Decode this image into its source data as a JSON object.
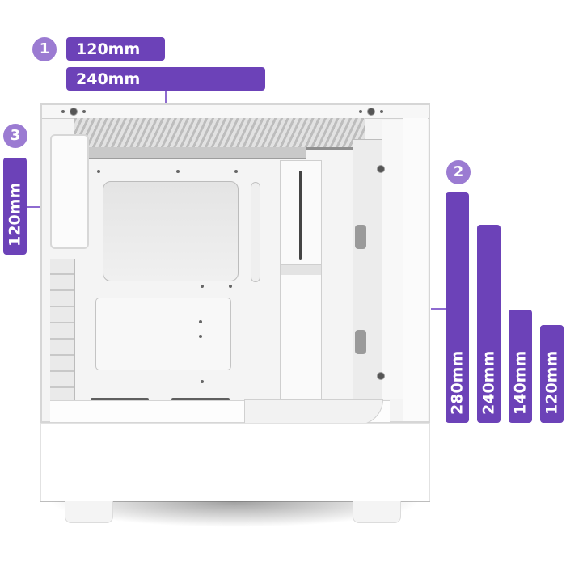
{
  "colors": {
    "bar_purple": "#6c42b8",
    "badge_purple": "#9b7bd2",
    "connector_purple": "#8e6bd0",
    "case_white": "#f4f4f4",
    "background": "#ffffff"
  },
  "top_section": {
    "badge": "1",
    "bars": [
      {
        "label": "120mm"
      },
      {
        "label": "240mm"
      }
    ]
  },
  "rear_section": {
    "badge": "3",
    "bars": [
      {
        "label": "120mm"
      }
    ]
  },
  "front_section": {
    "badge": "2",
    "bars": [
      {
        "label": "280mm"
      },
      {
        "label": "240mm"
      },
      {
        "label": "140mm"
      },
      {
        "label": "120mm"
      }
    ]
  },
  "case": {
    "color": "white",
    "view": "side-open"
  }
}
